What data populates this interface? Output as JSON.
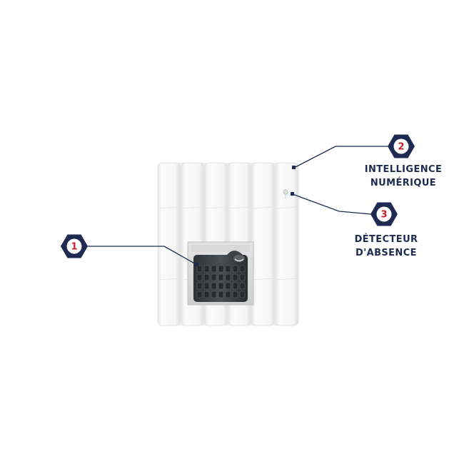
{
  "colors": {
    "navy": "#1f2a52",
    "accent_red": "#c8202a",
    "radiator_white": "#f7f7f7",
    "element_dark": "#3b3f44"
  },
  "icons": {
    "badge": "hexagon-badge-icon",
    "sensor": "presence-sensor-icon"
  },
  "callouts": [
    {
      "number": "1",
      "lines": []
    },
    {
      "number": "2",
      "lines": [
        "INTELLIGENCE",
        "NUMÉRIQUE"
      ]
    },
    {
      "number": "3",
      "lines": [
        "DÉTECTEUR",
        "D'ABSENCE"
      ]
    }
  ]
}
